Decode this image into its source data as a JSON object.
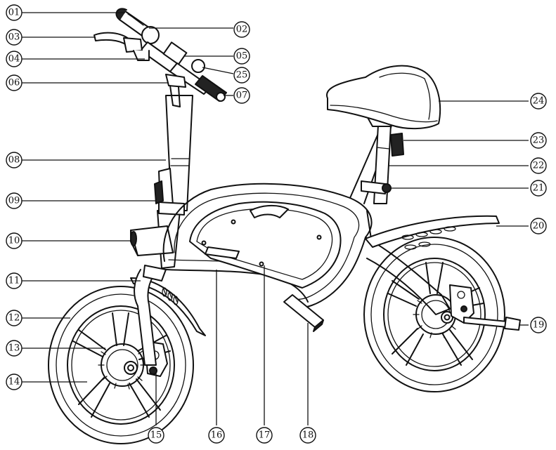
{
  "callouts": [
    {
      "id": "01",
      "label": "01"
    },
    {
      "id": "02",
      "label": "02"
    },
    {
      "id": "03",
      "label": "03"
    },
    {
      "id": "04",
      "label": "04"
    },
    {
      "id": "05",
      "label": "05"
    },
    {
      "id": "06",
      "label": "06"
    },
    {
      "id": "07",
      "label": "07"
    },
    {
      "id": "08",
      "label": "08"
    },
    {
      "id": "09",
      "label": "09"
    },
    {
      "id": "10",
      "label": "10"
    },
    {
      "id": "11",
      "label": "11"
    },
    {
      "id": "12",
      "label": "12"
    },
    {
      "id": "13",
      "label": "13"
    },
    {
      "id": "14",
      "label": "14"
    },
    {
      "id": "15",
      "label": "15"
    },
    {
      "id": "16",
      "label": "16"
    },
    {
      "id": "17",
      "label": "17"
    },
    {
      "id": "18",
      "label": "18"
    },
    {
      "id": "19",
      "label": "19"
    },
    {
      "id": "20",
      "label": "20"
    },
    {
      "id": "21",
      "label": "21"
    },
    {
      "id": "22",
      "label": "22"
    },
    {
      "id": "23",
      "label": "23"
    },
    {
      "id": "24",
      "label": "24"
    },
    {
      "id": "25",
      "label": "25"
    }
  ]
}
